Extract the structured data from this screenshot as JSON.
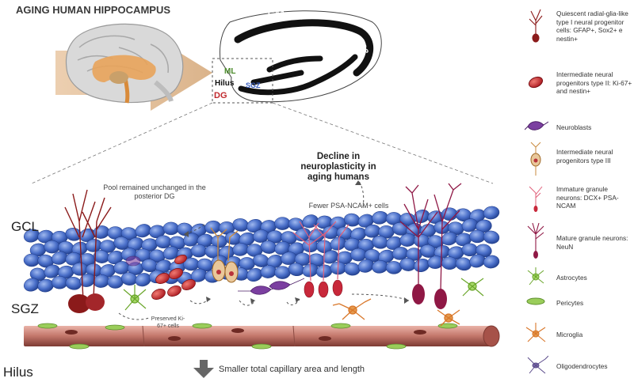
{
  "title": "AGING HUMAN HIPPOCAMPUS",
  "hippocampus": {
    "ca1": "CA1",
    "ca3": "CA3",
    "ml": "ML",
    "gcl": "GCL",
    "hilus": "Hilus",
    "sgz": "SGZ",
    "dg": "DG"
  },
  "layers": {
    "gcl": "GCL",
    "sgz": "SGZ",
    "hilus": "Hilus"
  },
  "annotations": {
    "pool_unchanged": "Pool remained unchanged in the posterior DG",
    "decline": "Decline in neuroplasticity in aging humans",
    "fewer_psa": "Fewer PSA-NCAM+ cells",
    "preserved_ki67": "Preserved Ki-67+ cells",
    "smaller_capillary": "Smaller total capillary area and length"
  },
  "legend": [
    {
      "icon": "radial-glia-icon",
      "text": "Quiescent radial-glia-like type I neural progenitor cells: GFAP+, Sox2+ e nestin+"
    },
    {
      "icon": "intermediate-progenitor-type2-icon",
      "text": "Intermediate neural progenitors type II: Ki-67+ and nestin+"
    },
    {
      "icon": "neuroblast-icon",
      "text": "Neuroblasts"
    },
    {
      "icon": "intermediate-progenitor-type3-icon",
      "text": "Intermediate neural progenitors type III"
    },
    {
      "icon": "immature-granule-neuron-icon",
      "text": "Immature granule neurons: DCX+ PSA-NCAM"
    },
    {
      "icon": "mature-granule-neuron-icon",
      "text": "Mature granule neurons: NeuN"
    },
    {
      "icon": "astrocyte-icon",
      "text": "Astrocytes"
    },
    {
      "icon": "pericyte-icon",
      "text": "Pericytes"
    },
    {
      "icon": "microglia-icon",
      "text": "Microglia"
    },
    {
      "icon": "oligodendrocyte-icon",
      "text": "Oligodendrocytes"
    }
  ],
  "colors": {
    "granule_cell": "#4a6fc9",
    "radial_glia": "#8b1a1a",
    "type2": "#c0282d",
    "neuroblast": "#7b3fa0",
    "type3": "#c98a3e",
    "immature": "#e0607a",
    "mature": "#8f1845",
    "astrocyte": "#8cc63f",
    "pericyte": "#9acd5a",
    "microglia": "#d9772a",
    "oligodendrocyte": "#5a4a8a",
    "vessel": "#c97b72"
  }
}
